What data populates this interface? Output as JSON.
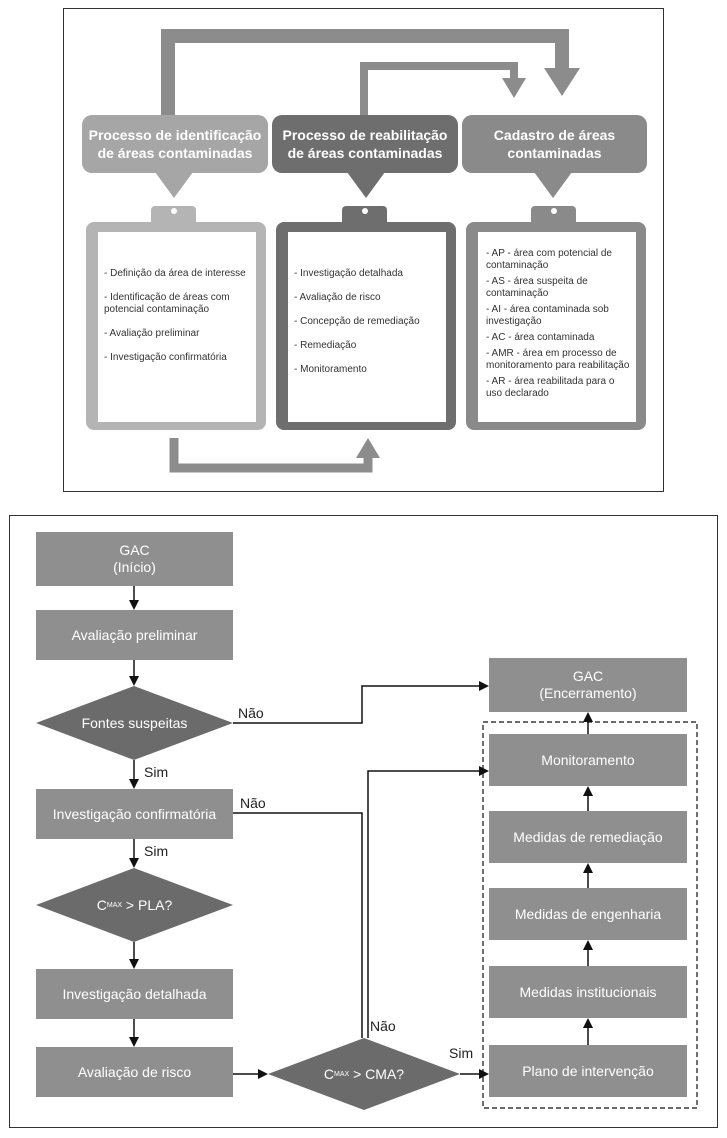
{
  "top": {
    "heads": [
      {
        "text": "Processo de identificação\nde áreas contaminadas"
      },
      {
        "text": "Processo de reabilitação\nde áreas contaminadas"
      },
      {
        "text": "Cadastro de áreas\ncontaminadas"
      }
    ],
    "col1": [
      "- Definição da área de interesse",
      "- Identificação de áreas com potencial contaminação",
      "- Avaliação preliminar",
      "- Investigação confirmatória"
    ],
    "col2": [
      "- Investigação detalhada",
      "- Avaliação de risco",
      "- Concepção de remediação",
      "- Remediação",
      "- Monitoramento"
    ],
    "col3": [
      "- AP - área com potencial de contaminação",
      "- AS - área suspeita de contaminação",
      "- AI - área contaminada sob investigação",
      "- AC - área contaminada",
      "- AMR - área em processo de monitoramento para reabilitação",
      "- AR - área reabilitada para o uso declarado"
    ],
    "colors": {
      "head1": "#a6a6a6",
      "head2": "#6e6e6e",
      "head3": "#8a8a8a",
      "arrow": "#8c8c8c"
    }
  },
  "flow": {
    "start": "GAC\n(Início)",
    "prelim": "Avaliação preliminar",
    "fontes": "Fontes suspeitas",
    "confirm": "Investigação confirmatória",
    "cmax_pla_pre": "C",
    "cmax_pla_sub": "MAX",
    "cmax_pla_post": " > PLA?",
    "detalhada": "Investigação detalhada",
    "risco": "Avaliação de risco",
    "cmax_cma_pre": "C",
    "cmax_cma_sub": "MAX",
    "cmax_cma_post": " > CMA?",
    "end": "GAC\n(Encerramento)",
    "monit": "Monitoramento",
    "remed": "Medidas de remediação",
    "eng": "Medidas de engenharia",
    "inst": "Medidas institucionais",
    "plano": "Plano de intervenção",
    "labels": {
      "nao1": "Não",
      "sim1": "Sim",
      "nao2": "Não",
      "sim2": "Sim",
      "nao3": "Não",
      "sim3": "Sim"
    },
    "colors": {
      "box": "#8f8f8f",
      "diamond": "#6b6b6b",
      "line": "#111111"
    }
  }
}
